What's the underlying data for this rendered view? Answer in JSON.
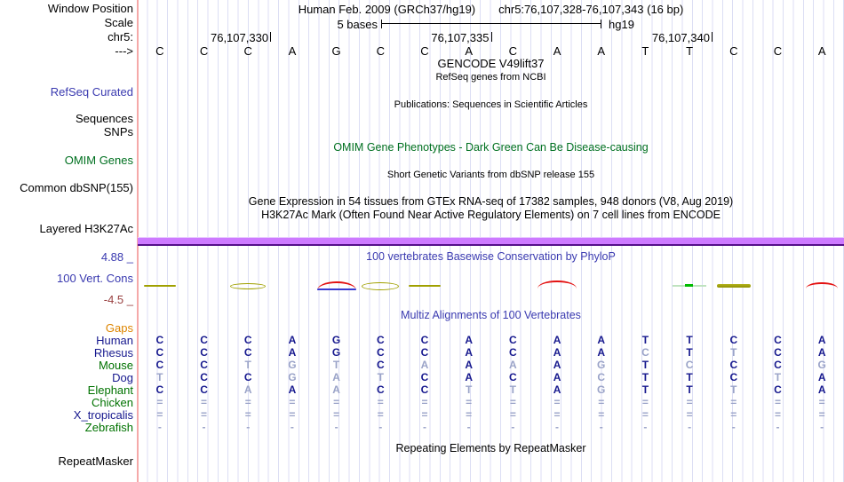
{
  "colors": {
    "guideline": "#dcdef4",
    "edge_line": "#f5a9a9",
    "navy": "#16188e",
    "dim_base": "#9aa3c8",
    "species_green": "#007200",
    "gaps_orange": "#dd8500",
    "track_blue": "#3a3ab0",
    "axis_maroon": "#994040",
    "wiggle_olive": "#a0a000",
    "wiggle_red": "#e31212",
    "wiggle_blue": "#3b3bd0",
    "wiggle_green": "#00bb00",
    "h3k27ac_purple": "#cd7aff",
    "h3k27ac_purple_edge": "#55108a"
  },
  "ruler": {
    "row_labels": {
      "window_position": "Window Position",
      "scale": "Scale",
      "chrom": "chr5:",
      "strand": "--->"
    },
    "assembly_title": "Human Feb. 2009 (GRCh37/hg19)",
    "position_title": "chr5:76,107,328-76,107,343 (16 bp)",
    "scale_label": "5 bases",
    "scale_assembly": "hg19",
    "coordinate_ticks": [
      {
        "label": "76,107,330",
        "boundary": 3
      },
      {
        "label": "76,107,335",
        "boundary": 8
      },
      {
        "label": "76,107,340",
        "boundary": 13
      }
    ],
    "sequence": [
      "C",
      "C",
      "C",
      "A",
      "G",
      "C",
      "C",
      "A",
      "C",
      "A",
      "A",
      "T",
      "T",
      "C",
      "C",
      "A"
    ]
  },
  "tracks": {
    "gencode": {
      "title": "GENCODE V49lift37",
      "subtitle": "RefSeq genes from NCBI"
    },
    "refseq": {
      "label": "RefSeq Curated"
    },
    "publications": {
      "title": "Publications: Sequences in Scientific Articles"
    },
    "sequences_label": "Sequences",
    "snps_label": "SNPs",
    "omim": {
      "label": "OMIM Genes",
      "title": "OMIM Gene Phenotypes - Dark Green Can Be Disease-causing"
    },
    "dbsnp": {
      "label": "Common dbSNP(155)",
      "title": "Short Genetic Variants from dbSNP release 155"
    },
    "gtex": {
      "title": "Gene Expression in 54 tissues from GTEx RNA-seq of 17382 samples, 948 donors (V8, Aug 2019)"
    },
    "h3k27ac": {
      "label": "Layered H3K27Ac",
      "title": "H3K27Ac Mark (Often Found Near Active Regulatory Elements) on 7 cell lines from ENCODE"
    },
    "phylop": {
      "label": "100 Vert. Cons",
      "title": "100 vertebrates Basewise Conservation by PhyloP",
      "axis_max": "4.88 _",
      "axis_min": "-4.5 _",
      "marks": [
        {
          "col": 0,
          "type": "olive-line"
        },
        {
          "col": 2,
          "type": "olive-arrow"
        },
        {
          "col": 4,
          "type": "red-hump-blue"
        },
        {
          "col": 5,
          "type": "olive-ellipse"
        },
        {
          "col": 6,
          "type": "olive-line"
        },
        {
          "col": 9,
          "type": "red-hump"
        },
        {
          "col": 12,
          "type": "green-line"
        },
        {
          "col": 13,
          "type": "olive-thick"
        },
        {
          "col": 15,
          "type": "red-hump-small"
        }
      ]
    },
    "multiz": {
      "title": "Multiz Alignments of 100 Vertebrates",
      "gaps_label": "Gaps",
      "species": [
        {
          "name": "Human",
          "color": "navy",
          "bases": "CCCAGCCACAATTCCA",
          "dim": "0000000000000000"
        },
        {
          "name": "Rhesus",
          "color": "navy",
          "bases": "CCCAGCCACAACTTCA",
          "dim": "0000000000010100"
        },
        {
          "name": "Mouse",
          "color": "green",
          "bases": "CCTGTCAAAAGTCCCG",
          "dim": "0011101010101001"
        },
        {
          "name": "Dog",
          "color": "navy",
          "bases": "TCCGATCACACTTCTA",
          "dim": "1001110000100010"
        },
        {
          "name": "Elephant",
          "color": "green",
          "bases": "CCAAACCTTAGTTTCA",
          "dim": "0010100110100100"
        },
        {
          "name": "Chicken",
          "color": "green",
          "bases": "================",
          "dim": "1111111111111111"
        },
        {
          "name": "X_tropicalis",
          "color": "navy",
          "bases": "================",
          "dim": "1111111111111111"
        },
        {
          "name": "Zebrafish",
          "color": "green",
          "bases": "----------------",
          "dim": "1111111111111111"
        }
      ]
    },
    "repeatmasker": {
      "label": "RepeatMasker",
      "title": "Repeating Elements by RepeatMasker"
    }
  }
}
